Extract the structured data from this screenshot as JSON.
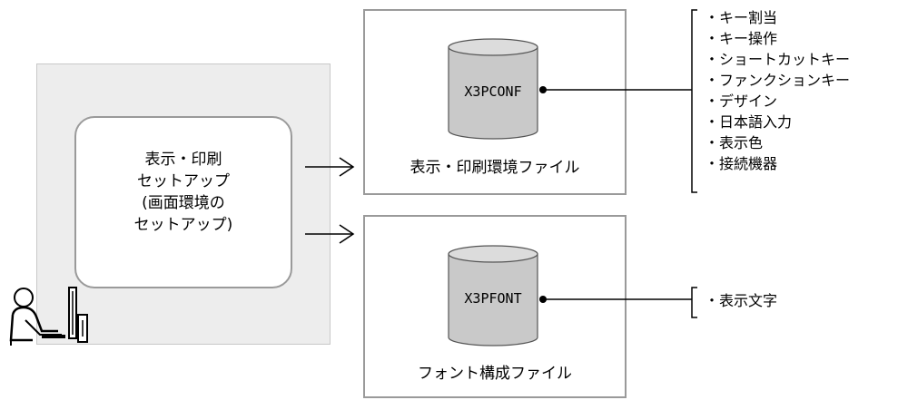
{
  "setup": {
    "lines": [
      "表示・印刷",
      "セットアップ",
      "(画面環境の",
      "セットアップ)"
    ]
  },
  "env_file": {
    "db_name": "X3PCONF",
    "label": "表示・印刷環境ファイル",
    "items": [
      "・キー割当",
      "・キー操作",
      "・ショートカットキー",
      "・ファンクションキー",
      "・デザイン",
      "・日本語入力",
      "・表示色",
      "・接続機器"
    ]
  },
  "font_file": {
    "db_name": "X3PFONT",
    "label": "フォント構成ファイル",
    "items": [
      "・表示文字"
    ]
  },
  "icons": {
    "user": "user-at-computer-icon",
    "database": "database-cylinder-icon",
    "arrow": "arrow-right-icon"
  },
  "colors": {
    "panel_bg": "#ededed",
    "panel_border": "#c8c8c8",
    "box_border": "#9a9a9a",
    "cylinder_fill": "#c9c9c9",
    "line": "#000000"
  }
}
